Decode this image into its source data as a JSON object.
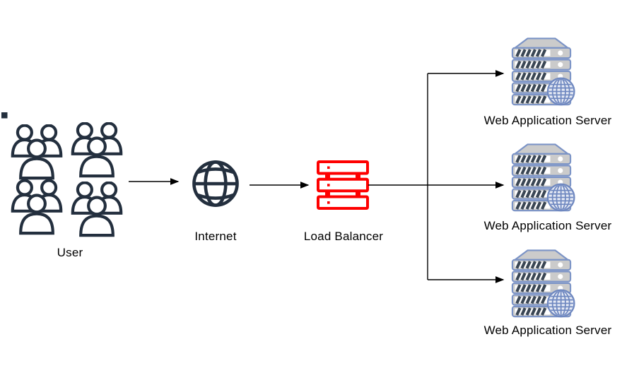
{
  "diagram": {
    "nodes": [
      {
        "id": "user",
        "label": "User",
        "icon": "users-group-icon"
      },
      {
        "id": "internet",
        "label": "Internet",
        "icon": "globe-icon"
      },
      {
        "id": "load_balancer",
        "label": "Load Balancer",
        "icon": "load-balancer-icon"
      },
      {
        "id": "server_1",
        "label": "Web Application Server",
        "icon": "web-server-icon"
      },
      {
        "id": "server_2",
        "label": "Web Application Server",
        "icon": "web-server-icon"
      },
      {
        "id": "server_3",
        "label": "Web Application Server",
        "icon": "web-server-icon"
      }
    ],
    "edges": [
      {
        "from": "user",
        "to": "internet"
      },
      {
        "from": "internet",
        "to": "load_balancer"
      },
      {
        "from": "load_balancer",
        "to": "server_1"
      },
      {
        "from": "load_balancer",
        "to": "server_2"
      },
      {
        "from": "load_balancer",
        "to": "server_3"
      }
    ],
    "colors": {
      "background": "#ffffff",
      "icon_dark_navy": "#232f3e",
      "load_balancer_red": "#fe0000",
      "server_outline_blue": "#7b93c6",
      "server_fill_gray": "#cbcbcb",
      "server_stripe_dark": "#3a4654",
      "server_badge_blue": "#6f88c0",
      "connector_black": "#000000"
    }
  }
}
